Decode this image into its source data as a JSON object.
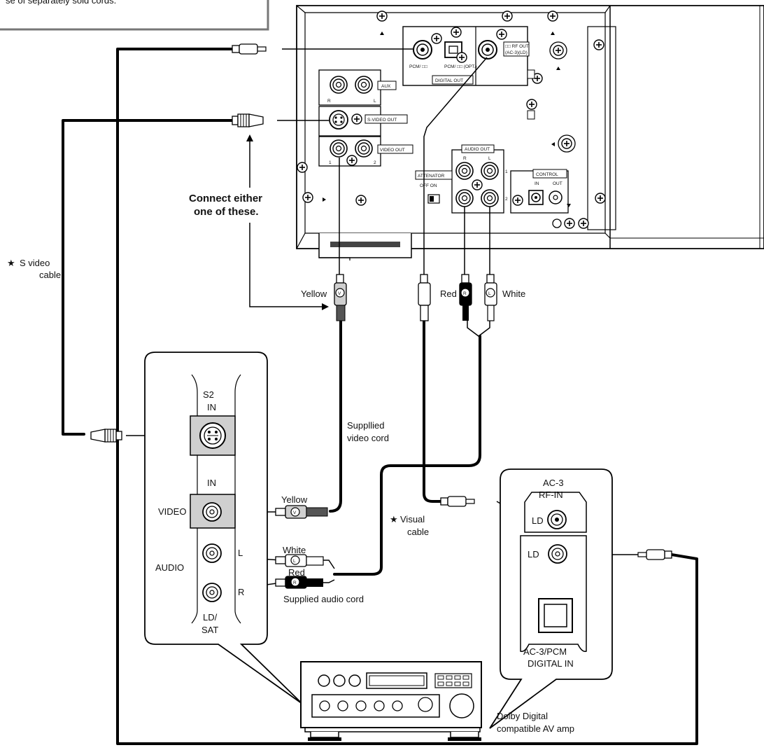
{
  "note_text": "se of separately sold cords.",
  "player": {
    "digital_out_label": "DIGITAL OUT",
    "pcm_dd_label": "PCM/ □□",
    "pcm_dd_opt_label": "PCM/ □□ (OPT.)",
    "rf_out_label": "□□ RF OUT",
    "rf_out_sub": "(AC-3)(LD)",
    "aux_label": "AUX",
    "svideo_out_label": "S-VIDEO OUT",
    "video_out_label": "VIDEO OUT",
    "audio_out_label": "AUDIO OUT",
    "attenuator_label": "ATTENATOR",
    "attenuator_states": "OFF  ON",
    "control_label": "CONTROL",
    "control_in": "IN",
    "control_out": "OUT",
    "r": "R",
    "l": "L",
    "one": "1",
    "two": "2"
  },
  "labels": {
    "connect_either_1": "Connect either",
    "connect_either_2": "one of these.",
    "s_video_cable_1": "S video",
    "s_video_cable_2": "cable",
    "star": "★",
    "yellow_top": "Yellow",
    "red_top": "Red",
    "white_top": "White",
    "supplied_video_1": "Suppllied",
    "supplied_video_2": "video cord",
    "visual_cable_1": "Visual",
    "visual_cable_2": "cable",
    "yellow_bottom": "Yellow",
    "white_bottom": "White",
    "red_bottom": "Red",
    "supplied_audio": "Supplied audio cord",
    "dolby_1": "Dolby Digital",
    "dolby_2": "compatible AV amp",
    "plug_v": "V",
    "plug_r": "R",
    "plug_l": "L"
  },
  "amp_panel": {
    "s2": "S2",
    "in_top": "IN",
    "in_video": "IN",
    "video": "VIDEO",
    "audio": "AUDIO",
    "l": "L",
    "r": "R",
    "ld_1": "LD/",
    "ld_2": "SAT"
  },
  "digital_panel": {
    "ac3_1": "AC-3",
    "ac3_2": "RF-IN",
    "ld_upper": "LD",
    "ld_lower": "LD",
    "acpcm_1": "AC-3/PCM",
    "acpcm_2": "DIGITAL IN"
  },
  "icons": {
    "star": "star-icon",
    "screw": "screw-icon",
    "jack": "rca-jack-icon",
    "optical": "optical-jack-icon",
    "svideo": "svideo-jack-icon"
  },
  "colors": {
    "cable": "#000000",
    "panel_fill": "#cfcfcf",
    "background": "#ffffff"
  }
}
